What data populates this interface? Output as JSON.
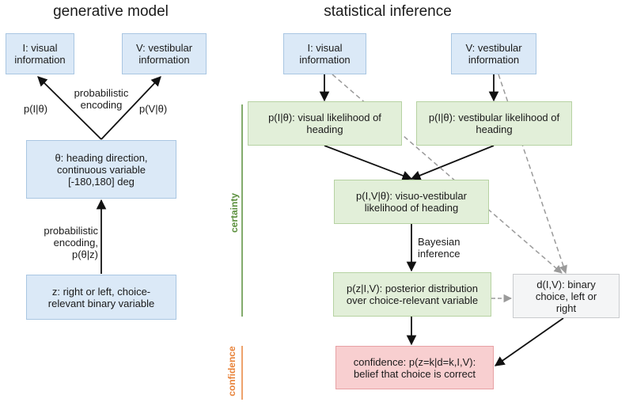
{
  "titles": {
    "generative": "generative model",
    "inference": "statistical inference"
  },
  "generative": {
    "visual_info": "I: visual information",
    "vestibular_info": "V: vestibular information",
    "encoding_label": "probabilistic encoding",
    "p_visual_label": "p(I|θ)",
    "p_vestib_label": "p(V|θ)",
    "theta_box": "θ: heading direction, continuous variable [-180,180] deg",
    "encoding_z_label": "probabilistic encoding, p(θ|z)",
    "z_box": "z: right or left, choice-relevant binary variable"
  },
  "inference": {
    "visual_info": "I: visual information",
    "vestibular_info": "V: vestibular information",
    "visual_likelihood": "p(I|θ): visual likelihood of heading",
    "vestibular_likelihood": "p(I|θ): vestibular likelihood of heading",
    "joint_likelihood": "p(I,V|θ): visuo-vestibular likelihood of heading",
    "bayes_label": "Bayesian inference",
    "posterior": "p(z|I,V): posterior distribution over choice-relevant variable",
    "decision": "d(I,V): binary choice, left or right",
    "confidence_box": "confidence: p(z=k|d=k,I,V): belief that choice is correct"
  },
  "side_labels": {
    "certainty": "certainty",
    "confidence": "confidence"
  },
  "colors": {
    "certainty": "#5a8f3c",
    "confidence": "#e8833a",
    "dashed": "#9a9a9a"
  }
}
